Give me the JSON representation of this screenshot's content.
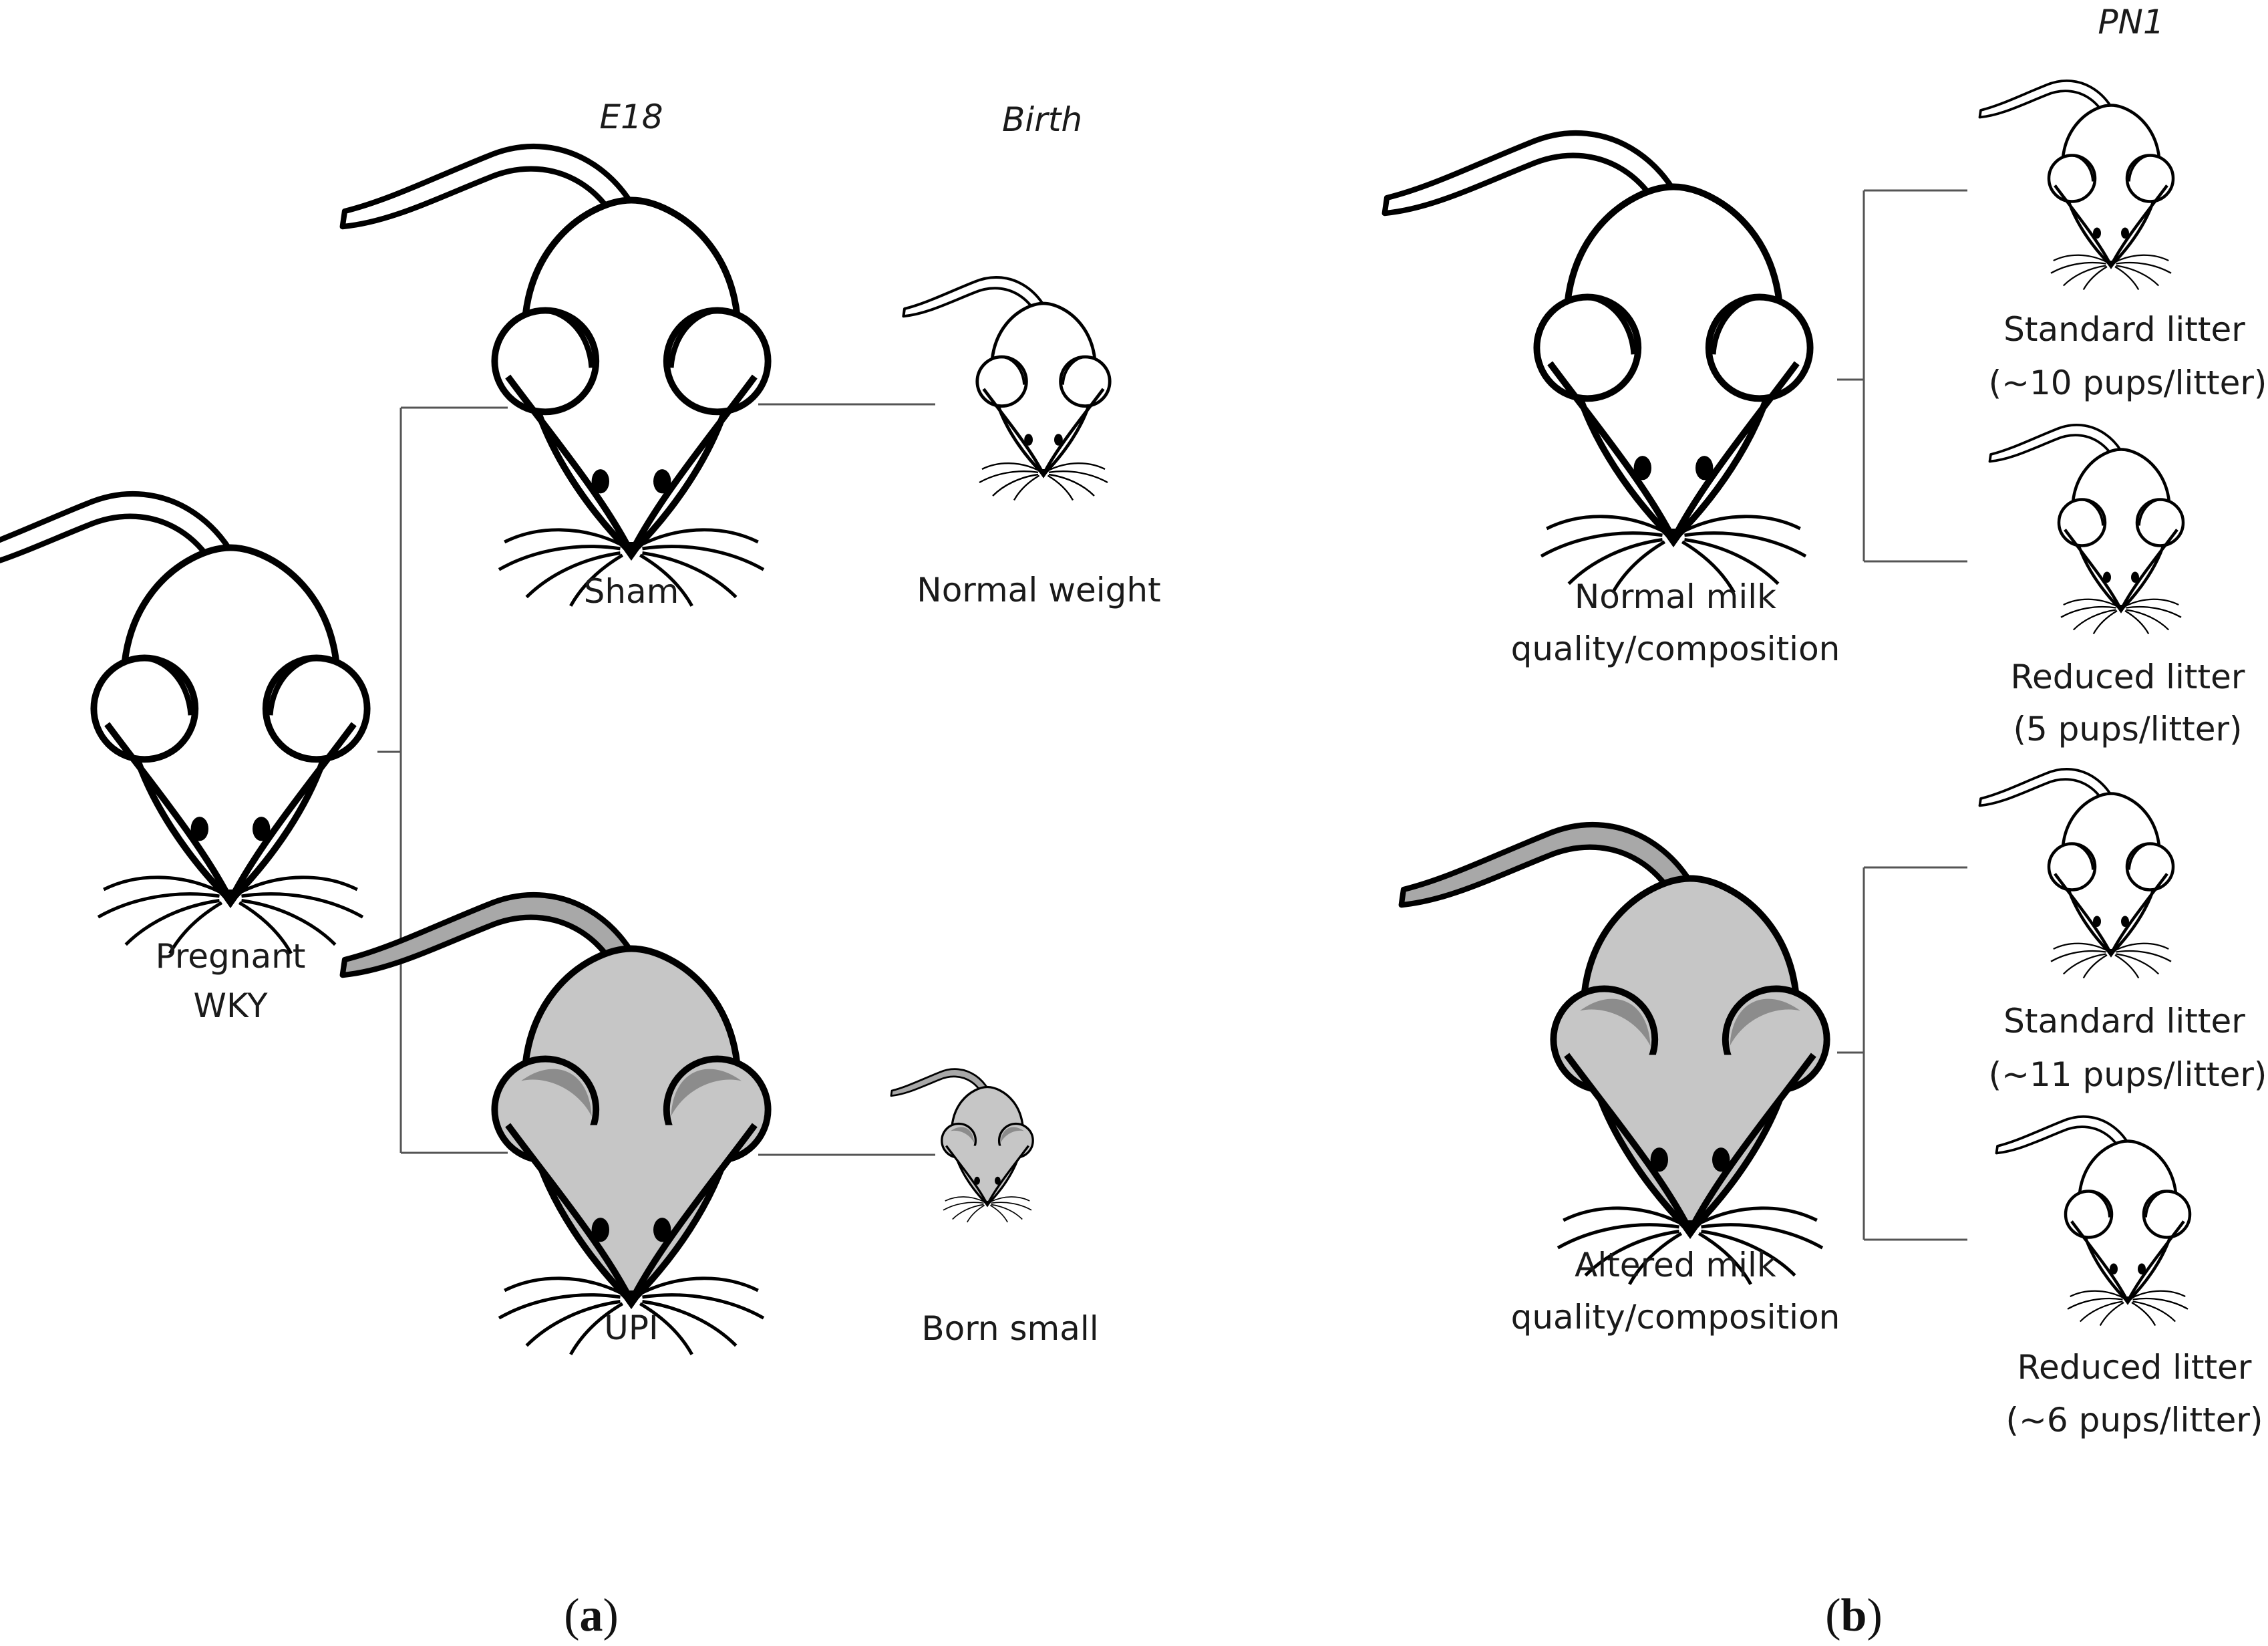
{
  "panel_a": {
    "timepoints": {
      "e18": "E18",
      "birth": "Birth"
    },
    "mother": [
      "Pregnant",
      "WKY"
    ],
    "sham": "Sham",
    "upi": "UPI",
    "normal_weight": "Normal weight",
    "born_small": "Born small",
    "tag": {
      "open": "(",
      "letter": "a",
      "close": ")"
    }
  },
  "panel_b": {
    "timepoint": "PN1",
    "normal_milk": [
      "Normal milk",
      "quality/composition"
    ],
    "altered_milk": [
      "Altered milk",
      "quality/composition"
    ],
    "litters": [
      [
        "Standard litter",
        "(~10 pups/litter)"
      ],
      [
        "Reduced litter",
        "(5 pups/litter)"
      ],
      [
        "Standard litter",
        "(~11 pups/litter)"
      ],
      [
        "Reduced litter",
        "(~6 pups/litter)"
      ]
    ],
    "tag": {
      "open": "(",
      "letter": "b",
      "close": ")"
    }
  },
  "colors": {
    "white_mouse": "#ffffff",
    "grey_mouse": "#c6c6c6",
    "grey_ear": "#8c8c8c",
    "line": "#555555"
  }
}
